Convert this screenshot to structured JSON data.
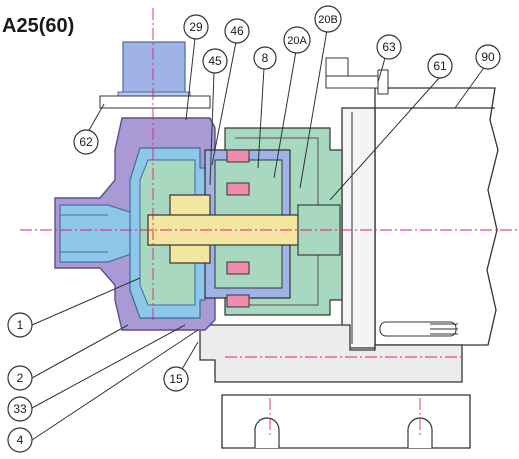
{
  "title": "A25(60)",
  "colors": {
    "casing": "#a99ad6",
    "casing_edge": "#5a4f8c",
    "motor_blue": "#9fb3e6",
    "inlet_blue": "#8fc7ea",
    "impeller_green": "#a8d8c0",
    "shaft_yellow": "#f2e6a0",
    "magnet_pink": "#f08cb0",
    "bracket_grey": "#e6e6e6",
    "centerline": "#e0206a",
    "outline": "#333333"
  },
  "callouts": [
    {
      "id": "c29",
      "label": "29"
    },
    {
      "id": "c46",
      "label": "46"
    },
    {
      "id": "c45",
      "label": "45"
    },
    {
      "id": "c8",
      "label": "8"
    },
    {
      "id": "c20A",
      "label": "20A"
    },
    {
      "id": "c20B",
      "label": "20B"
    },
    {
      "id": "c63",
      "label": "63"
    },
    {
      "id": "c61",
      "label": "61"
    },
    {
      "id": "c90",
      "label": "90"
    },
    {
      "id": "c62",
      "label": "62"
    },
    {
      "id": "c1",
      "label": "1"
    },
    {
      "id": "c2",
      "label": "2"
    },
    {
      "id": "c33",
      "label": "33"
    },
    {
      "id": "c4",
      "label": "4"
    },
    {
      "id": "c15",
      "label": "15"
    }
  ]
}
